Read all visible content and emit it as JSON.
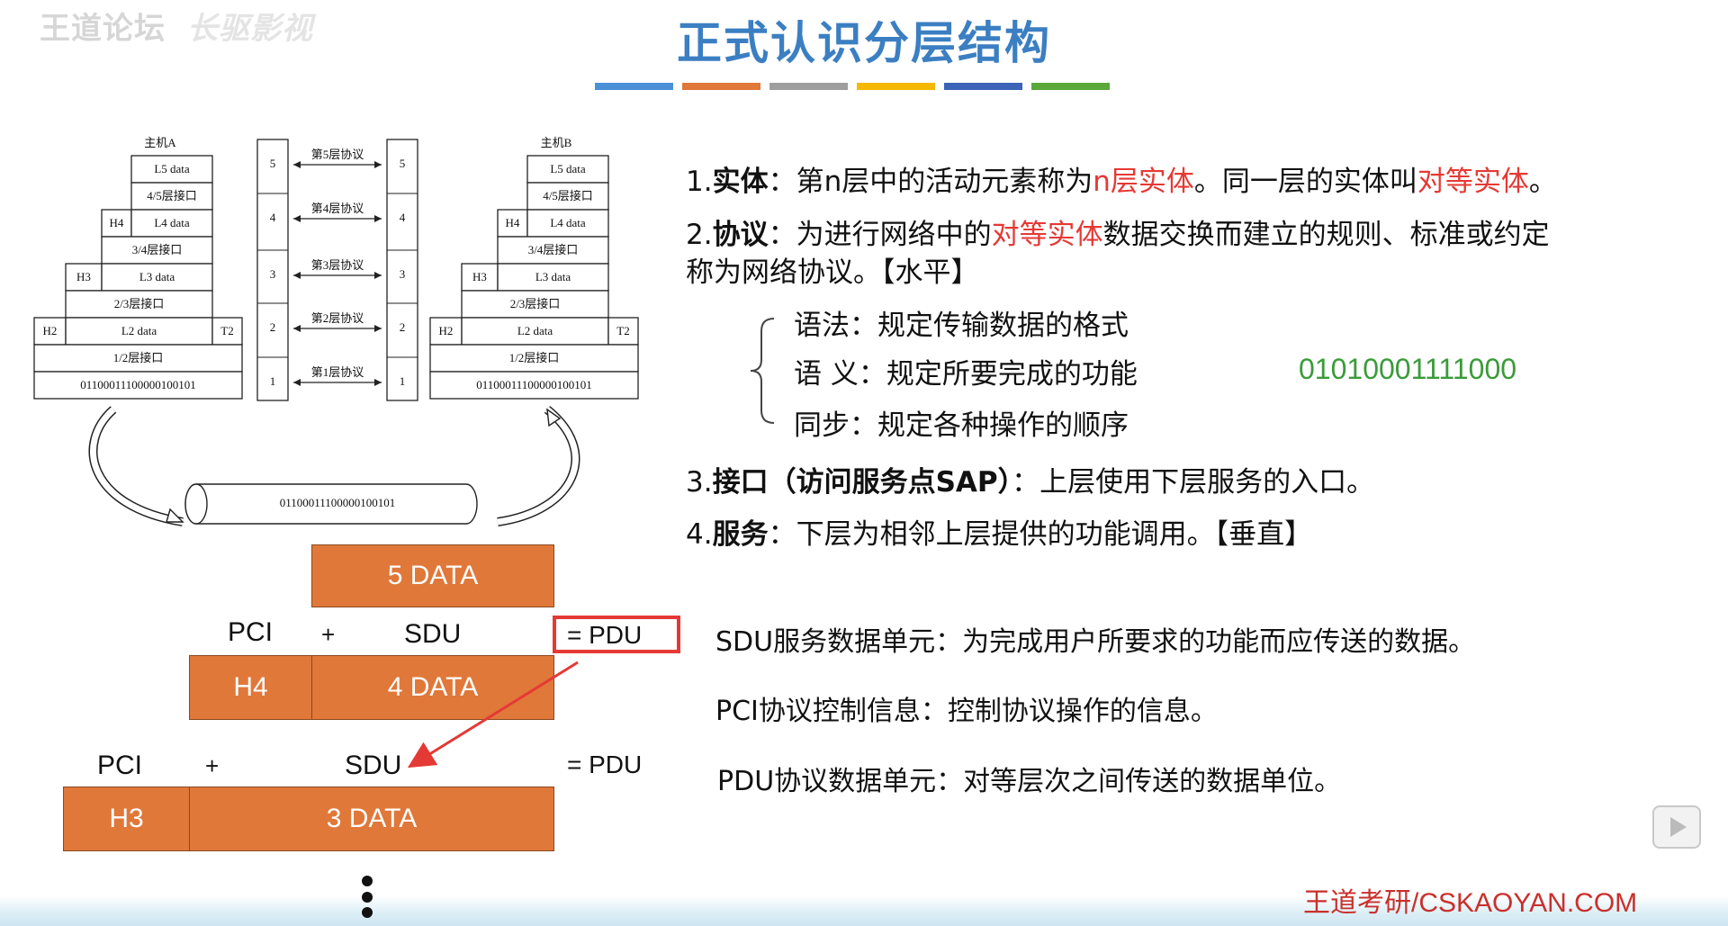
{
  "header": {
    "watermark": "王道论坛",
    "watermark_blur": "长驱影视",
    "title": "正式认识分层结构",
    "bar_colors": [
      "#4a90d9",
      "#e0783a",
      "#9e9e9e",
      "#f5b800",
      "#3b63b8",
      "#5aa83a"
    ]
  },
  "diagram": {
    "host_a": "主机A",
    "host_b": "主机B",
    "stack_rows": {
      "l5": "L5 data",
      "i45": "4/5层接口",
      "h4": "H4",
      "l4": "L4 data",
      "i34": "3/4层接口",
      "h3": "H3",
      "l3": "L3 data",
      "i23": "2/3层接口",
      "h2": "H2",
      "l2": "L2 data",
      "t2": "T2",
      "i12": "1/2层接口",
      "bits": "0110001110000010010​1"
    },
    "protocols": [
      "第5层协议",
      "第4层协议",
      "第3层协议",
      "第2层协议",
      "第1层协议"
    ],
    "layer_numbers": [
      "5",
      "4",
      "3",
      "2",
      "1"
    ],
    "cable_bits": "0110001110000010010​1"
  },
  "pdu": {
    "data5": "5 DATA",
    "pci": "PCI",
    "plus": "+",
    "sdu": "SDU",
    "eq_pdu": "= PDU",
    "h4": "H4",
    "data4": "4 DATA",
    "h3": "H3",
    "data3": "3 DATA"
  },
  "text": {
    "p1": {
      "num": "1.",
      "term": "实体",
      "colon": "：",
      "a": "第n层中的活动元素称为",
      "r1": "n层实体",
      "b": "。同一层的实体叫",
      "r2": "对等实体",
      "c": "。"
    },
    "p2": {
      "num": "2.",
      "term": "协议",
      "colon": "：",
      "a": "为进行网络中的",
      "r1": "对等实体",
      "b": "数据交换而建立的规则、标准或约定",
      "line2": "称为网络协议。【水平】"
    },
    "syntax": "语法：规定传输数据的格式",
    "semantics": "语 义：规定所要完成的功能",
    "sync": "同步：规定各种操作的顺序",
    "bits": "01010001111000",
    "p3": {
      "num": "3.",
      "term": "接口（访问服务点SAP）",
      "colon": "：",
      "rest": "上层使用下层服务的入口。"
    },
    "p4": {
      "num": "4.",
      "term": "服务",
      "colon": "：",
      "rest": "下层为相邻上层提供的功能调用。【垂直】"
    },
    "sdu_def": "SDU服务数据单元：为完成用户所要求的功能而应传送的数据。",
    "pci_def": "PCI协议控制信息：控制协议操作的信息。",
    "pdu_def": "PDU协议数据单元：对等层次之间传送的数据单位。"
  },
  "footer": "王道考研/CSKAOYAN.COM"
}
